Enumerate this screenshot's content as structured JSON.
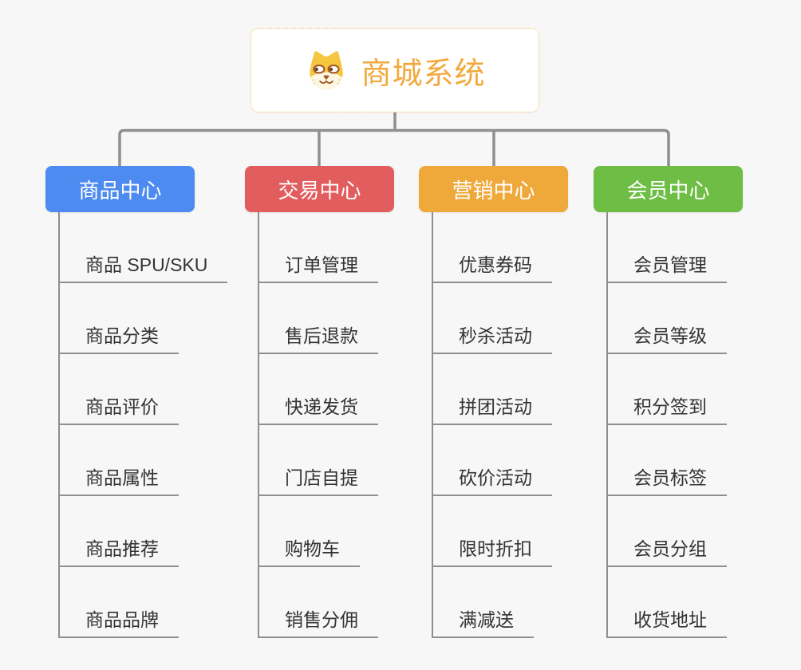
{
  "page": {
    "background": "#F7F7F7"
  },
  "root": {
    "title": "商城系统",
    "icon": "dog-face-icon",
    "text_color": "#F2A93C",
    "border_color": "#F2C06A"
  },
  "connector_color": "#8F8F8F",
  "branches": [
    {
      "label": "商品中心",
      "color": "#4D8BF0",
      "items": [
        "商品 SPU/SKU",
        "商品分类",
        "商品评价",
        "商品属性",
        "商品推荐",
        "商品品牌"
      ]
    },
    {
      "label": "交易中心",
      "color": "#E25D5D",
      "items": [
        "订单管理",
        "售后退款",
        "快递发货",
        "门店自提",
        "购物车",
        "销售分佣"
      ]
    },
    {
      "label": "营销中心",
      "color": "#EFA93B",
      "items": [
        "优惠券码",
        "秒杀活动",
        "拼团活动",
        "砍价活动",
        "限时折扣",
        "满减送"
      ]
    },
    {
      "label": "会员中心",
      "color": "#6EBE45",
      "items": [
        "会员管理",
        "会员等级",
        "积分签到",
        "会员标签",
        "会员分组",
        "收货地址"
      ]
    }
  ]
}
